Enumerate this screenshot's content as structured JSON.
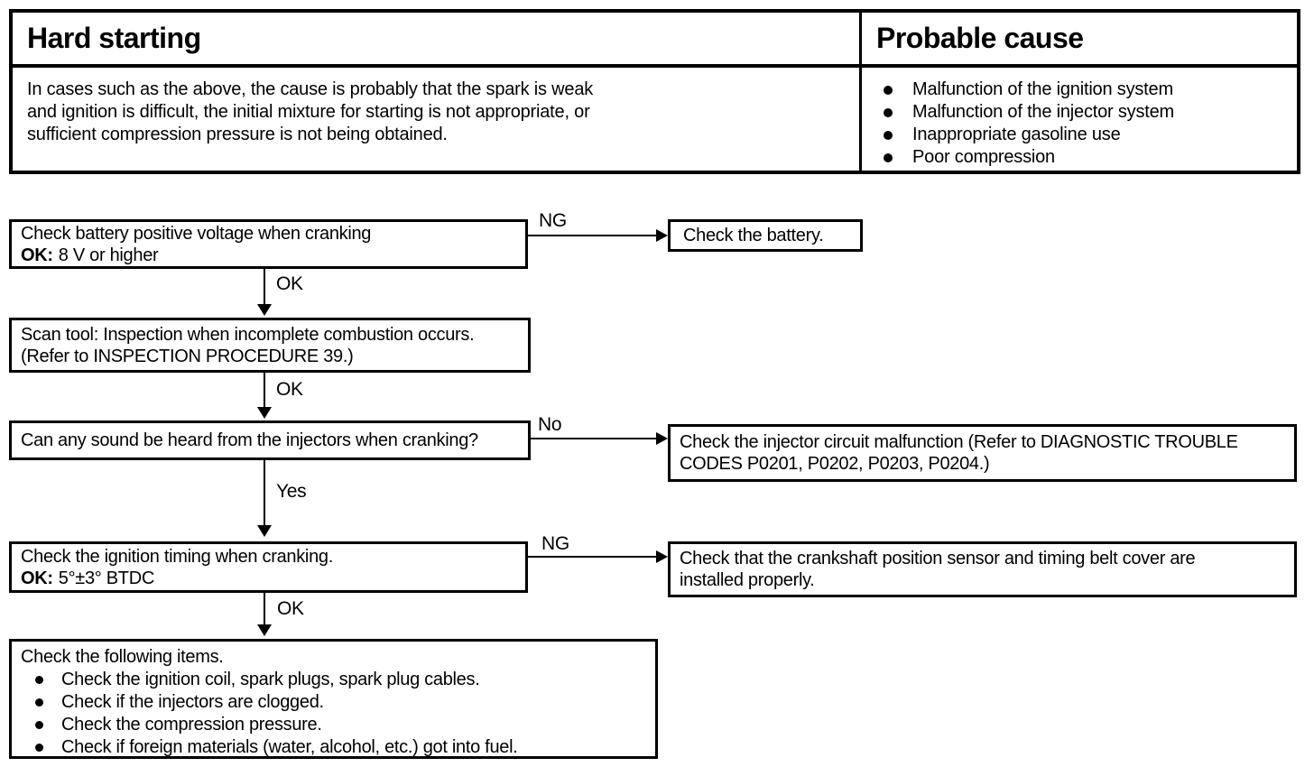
{
  "page": {
    "background": "#ffffff",
    "ink": "#000000"
  },
  "symptom_table": {
    "symptom": {
      "title": "Hard starting",
      "description_lines": [
        "In cases such as the above, the cause is probably that the spark is weak",
        "and ignition is difficult, the initial mixture for starting is not appropriate, or",
        "sufficient compression pressure is not being obtained."
      ]
    },
    "probable_cause": {
      "title": "Probable cause",
      "items": [
        "Malfunction of the ignition system",
        "Malfunction of the injector system",
        "Inappropriate gasoline use",
        "Poor compression"
      ]
    }
  },
  "flowchart": {
    "branch_labels": {
      "ok": "OK",
      "ng": "NG",
      "yes": "Yes",
      "no": "No"
    },
    "steps": {
      "battery_voltage": {
        "line1": "Check battery positive voltage when cranking",
        "criteria_prefix": "OK:",
        "criteria_value": "8 V or higher"
      },
      "scan_tool": {
        "line1": "Scan tool: Inspection when incomplete combustion occurs.",
        "line2": "(Refer to INSPECTION PROCEDURE 39.)"
      },
      "injector_sound": {
        "question": "Can any sound be heard from the injectors when cranking?"
      },
      "ignition_timing": {
        "line1": "Check the ignition timing when cranking.",
        "criteria_prefix": "OK:",
        "criteria_value": "5°±3° BTDC"
      }
    },
    "results": {
      "check_battery": {
        "text": "Check the battery."
      },
      "injector_circuit": {
        "line1": "Check the injector circuit malfunction (Refer to DIAGNOSTIC TROUBLE",
        "line2": "CODES P0201, P0202, P0203, P0204.)"
      },
      "crankshaft_sensor": {
        "line1": "Check that the crankshaft position sensor and timing belt cover are",
        "line2": "installed properly."
      }
    },
    "final_checks": {
      "title": "Check the following items.",
      "items": [
        "Check the ignition coil, spark plugs, spark plug cables.",
        "Check if the injectors are clogged.",
        "Check the compression pressure.",
        "Check if foreign materials (water, alcohol, etc.) got into fuel."
      ]
    }
  }
}
